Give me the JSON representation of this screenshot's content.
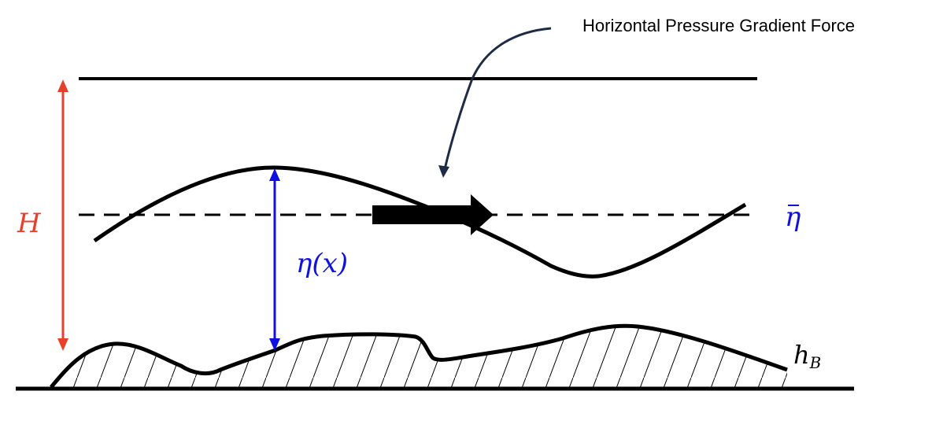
{
  "annotation": {
    "text": "Horizontal Pressure Gradient Force"
  },
  "labels": {
    "H": "H",
    "eta_x": "η(x)",
    "eta_bar": "η",
    "h_b_main": "h",
    "h_b_sub": "B"
  },
  "colors": {
    "H": "#e8412b",
    "eta": "#1010e0",
    "annotation_arrow": "#1d2b45",
    "lines": "#000000"
  },
  "icons": {
    "force_arrow": "thick-right-arrow-icon",
    "annotation_arrow": "curved-arrow-icon"
  }
}
